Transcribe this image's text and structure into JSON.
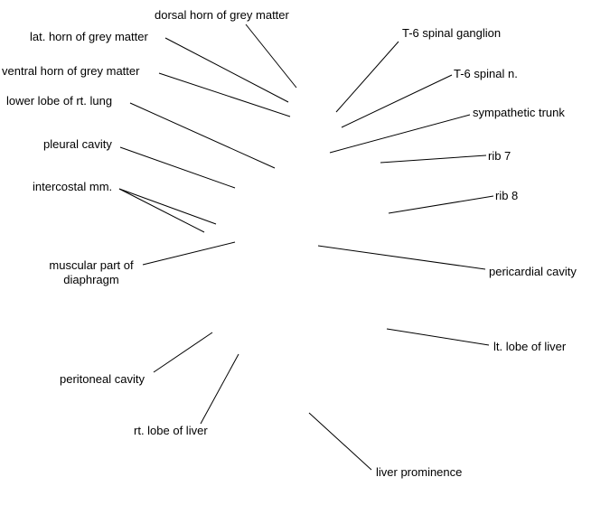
{
  "labels": {
    "dorsal_horn": "dorsal horn of grey matter",
    "lat_horn": "lat. horn of grey matter",
    "ventral_horn": "ventral horn of grey matter",
    "lower_lobe_lung": "lower lobe of rt. lung",
    "pleural_cavity": "pleural cavity",
    "intercostal_mm": "intercostal mm.",
    "muscular_diaphragm_line1": "muscular part of",
    "muscular_diaphragm_line2": "diaphragm",
    "peritoneal_cavity": "peritoneal cavity",
    "rt_lobe_liver": "rt. lobe of liver",
    "liver_prominence": "liver prominence",
    "t6_spinal_ganglion": "T-6 spinal ganglion",
    "t6_spinal_n": "T-6 spinal n.",
    "sympathetic_trunk": "sympathetic trunk",
    "rib_7": "rib 7",
    "rib_8": "rib 8",
    "pericardial_cavity": "pericardial cavity",
    "lt_lobe_liver": "lt. lobe of liver"
  },
  "colors": {
    "text": "#000000",
    "lines": "#000000",
    "background": "#ffffff"
  }
}
